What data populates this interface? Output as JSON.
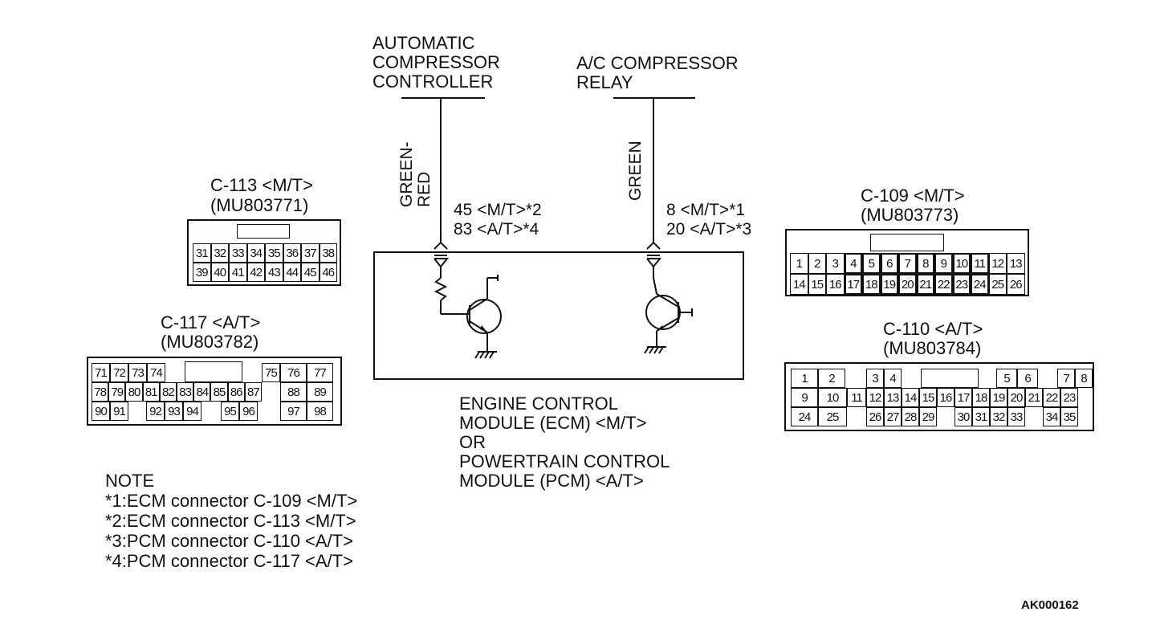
{
  "top_labels": {
    "auto_compressor": "AUTOMATIC\nCOMPRESSOR\nCONTROLLER",
    "ac_relay": "A/C COMPRESSOR\nRELAY"
  },
  "wires": {
    "left_color": "GREEN-\nRED",
    "right_color": "GREEN",
    "left_pins": "45 <M/T>*2\n83 <A/T>*4",
    "right_pins": "8 <M/T>*1\n20 <A/T>*3"
  },
  "module_label": "ENGINE CONTROL\nMODULE (ECM) <M/T>\nOR\nPOWERTRAIN CONTROL\nMODULE (PCM) <A/T>",
  "notes": {
    "title": "NOTE",
    "items": [
      "*1:ECM connector C-109 <M/T>",
      "*2:ECM connector C-113 <M/T>",
      "*3:PCM connector C-110 <A/T>",
      "*4:PCM connector C-117 <A/T>"
    ]
  },
  "connectors": {
    "c113": {
      "title": "C-113 <M/T>",
      "part": "(MU803771)",
      "rows": [
        [
          "31",
          "32",
          "33",
          "34",
          "35",
          "36",
          "37",
          "38"
        ],
        [
          "39",
          "40",
          "41",
          "42",
          "43",
          "44",
          "45",
          "46"
        ]
      ]
    },
    "c117": {
      "title": "C-117 <A/T>",
      "part": "(MU803782)",
      "row1": [
        "71",
        "72",
        "73",
        "74",
        "75",
        "76",
        "77"
      ],
      "row2": [
        "78",
        "79",
        "80",
        "81",
        "82",
        "83",
        "84",
        "85",
        "86",
        "87",
        "88",
        "89"
      ],
      "row3": [
        "90",
        "91",
        "92",
        "93",
        "94",
        "95",
        "96",
        "97",
        "98"
      ]
    },
    "c109": {
      "title": "C-109 <M/T>",
      "part": "(MU803773)",
      "rows": [
        [
          "1",
          "2",
          "3",
          "4",
          "5",
          "6",
          "7",
          "8",
          "9",
          "10",
          "11",
          "12",
          "13"
        ],
        [
          "14",
          "15",
          "16",
          "17",
          "18",
          "19",
          "20",
          "21",
          "22",
          "23",
          "24",
          "25",
          "26"
        ]
      ]
    },
    "c110": {
      "title": "C-110 <A/T>",
      "part": "(MU803784)",
      "row1": [
        "1",
        "2",
        "3",
        "4",
        "5",
        "6",
        "7",
        "8"
      ],
      "row2": [
        "9",
        "10",
        "11",
        "12",
        "13",
        "14",
        "15",
        "16",
        "17",
        "18",
        "19",
        "20",
        "21",
        "22",
        "23"
      ],
      "row3": [
        "24",
        "25",
        "26",
        "27",
        "28",
        "29",
        "30",
        "31",
        "32",
        "33",
        "34",
        "35"
      ]
    }
  },
  "figure_code": "AK000162"
}
